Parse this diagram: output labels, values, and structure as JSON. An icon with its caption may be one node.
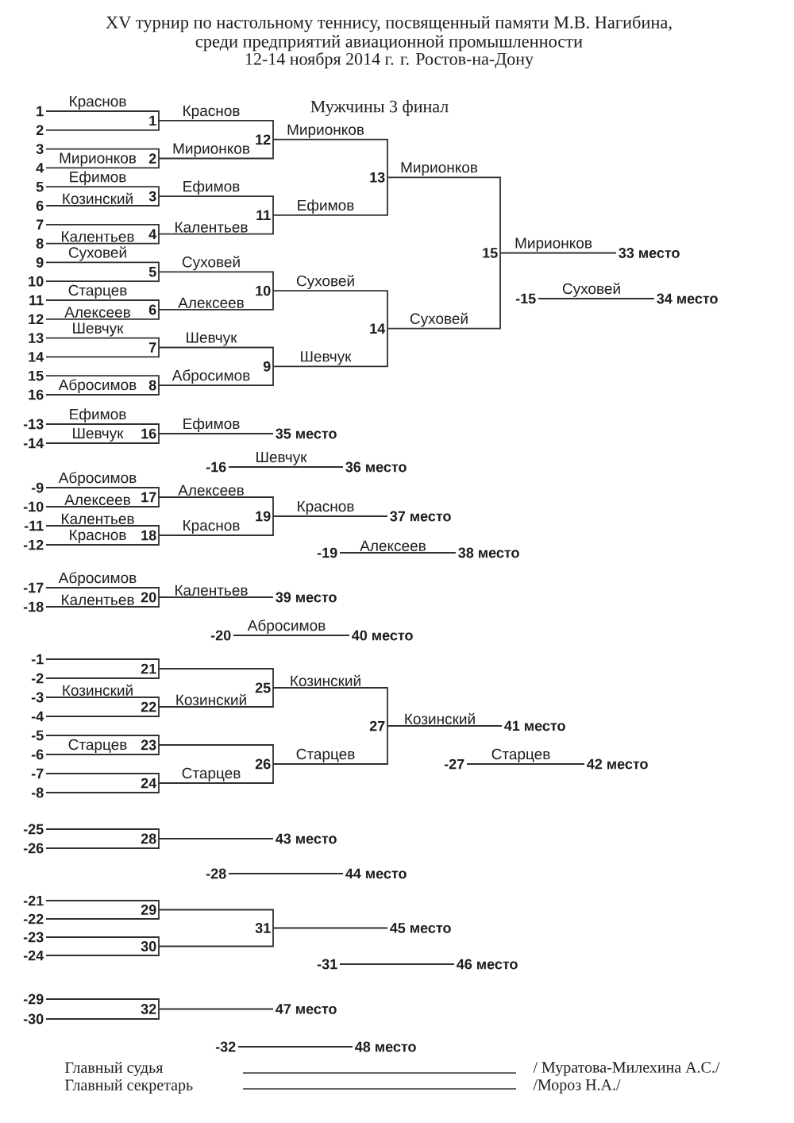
{
  "diagram": {
    "title": "XV турнир по настольному теннису, посвященный памяти М.В. Нагибина, среди предприятий авиационной промышленности",
    "nodes": [
      {
        "text": [
          "1"
        ]
      },
      {
        "text": [
          "2"
        ]
      },
      {
        "text": [
          "3"
        ]
      },
      {
        "text": [
          "4"
        ]
      },
      {
        "text": [
          "5"
        ]
      },
      {
        "text": [
          "6"
        ]
      },
      {
        "text": [
          "7"
        ]
      },
      {
        "text": [
          "8"
        ]
      },
      {
        "text": [
          "9"
        ]
      },
      {
        "text": [
          "10"
        ]
      },
      {
        "text": [
          "11"
        ]
      },
      {
        "text": [
          "12"
        ]
      },
      {
        "text": [
          "13"
        ]
      },
      {
        "text": [
          "14"
        ]
      },
      {
        "text": [
          "15"
        ]
      },
      {
        "text": [
          "16"
        ]
      },
      {
        "text": [
          "1"
        ]
      },
      {
        "text": [
          "2"
        ]
      },
      {
        "text": [
          "3"
        ]
      },
      {
        "text": [
          "4"
        ]
      },
      {
        "text": [
          "5"
        ]
      },
      {
        "text": [
          "6"
        ]
      },
      {
        "text": [
          "7"
        ]
      },
      {
        "text": [
          "8"
        ]
      },
      {
        "text": [
          "12"
        ]
      },
      {
        "text": [
          "11"
        ]
      },
      {
        "text": [
          "10"
        ]
      },
      {
        "text": [
          "9"
        ]
      },
      {
        "text": [
          "13"
        ]
      },
      {
        "text": [
          "14"
        ]
      },
      {
        "text": [
          "15"
        ]
      },
      {
        "text": [
          "33 место"
        ]
      },
      {
        "text": [
          "-15"
        ]
      },
      {
        "text": [
          "34 место"
        ]
      },
      {
        "text": [
          "-13"
        ]
      },
      {
        "text": [
          "-14"
        ]
      },
      {
        "text": [
          "16"
        ]
      },
      {
        "text": [
          "35 место"
        ]
      },
      {
        "text": [
          "-16"
        ]
      },
      {
        "text": [
          "36 место"
        ]
      },
      {
        "text": [
          "-9"
        ]
      },
      {
        "text": [
          "-10"
        ]
      },
      {
        "text": [
          "-11"
        ]
      },
      {
        "text": [
          "-12"
        ]
      },
      {
        "text": [
          "17"
        ]
      },
      {
        "text": [
          "18"
        ]
      },
      {
        "text": [
          "19"
        ]
      },
      {
        "text": [
          "37 место"
        ]
      },
      {
        "text": [
          "-19"
        ]
      },
      {
        "text": [
          "38 место"
        ]
      },
      {
        "text": [
          "-17"
        ]
      },
      {
        "text": [
          "-18"
        ]
      },
      {
        "text": [
          "20"
        ]
      },
      {
        "text": [
          "39 место"
        ]
      },
      {
        "text": [
          "-20"
        ]
      },
      {
        "text": [
          "40 место"
        ]
      },
      {
        "text": [
          "-1"
        ]
      },
      {
        "text": [
          "-2"
        ]
      },
      {
        "text": [
          "-3"
        ]
      },
      {
        "text": [
          "-4"
        ]
      },
      {
        "text": [
          "-5"
        ]
      },
      {
        "text": [
          "-6"
        ]
      },
      {
        "text": [
          "-7"
        ]
      },
      {
        "text": [
          "-8"
        ]
      },
      {
        "text": [
          "21"
        ]
      },
      {
        "text": [
          "22"
        ]
      },
      {
        "text": [
          "23"
        ]
      },
      {
        "text": [
          "24"
        ]
      },
      {
        "text": [
          "25"
        ]
      },
      {
        "text": [
          "26"
        ]
      },
      {
        "text": [
          "27"
        ]
      },
      {
        "text": [
          "41 место"
        ]
      },
      {
        "text": [
          "-27"
        ]
      },
      {
        "text": [
          "42 место"
        ]
      },
      {
        "text": [
          "-25"
        ]
      },
      {
        "text": [
          "-26"
        ]
      },
      {
        "text": [
          "28"
        ]
      },
      {
        "text": [
          "43 место"
        ]
      },
      {
        "text": [
          "-28"
        ]
      },
      {
        "text": [
          "44 место"
        ]
      },
      {
        "text": [
          "-21"
        ]
      },
      {
        "text": [
          "-22"
        ]
      },
      {
        "text": [
          "-23"
        ]
      },
      {
        "text": [
          "-24"
        ]
      },
      {
        "text": [
          "29"
        ]
      },
      {
        "text": [
          "30"
        ]
      },
      {
        "text": [
          "31"
        ]
      },
      {
        "text": [
          "45 место"
        ]
      },
      {
        "text": [
          "-31"
        ]
      },
      {
        "text": [
          "46 место"
        ]
      },
      {
        "text": [
          "-29"
        ]
      },
      {
        "text": [
          "-30"
        ]
      },
      {
        "text": [
          "32"
        ]
      },
      {
        "text": [
          "47 место"
        ]
      },
      {
        "text": [
          "-32"
        ]
      },
      {
        "text": [
          "48 место"
        ]
      }
    ],
    "edges": [
      {
        "from": 0,
        "to": 16,
        "arrow": "none",
        "label": "Краснов"
      },
      {
        "from": 1,
        "to": 16,
        "arrow": "none"
      },
      {
        "from": 2,
        "to": 17,
        "arrow": "none"
      },
      {
        "from": 3,
        "to": 17,
        "arrow": "none",
        "label": "Мирионков"
      },
      {
        "from": 4,
        "to": 18,
        "arrow": "none",
        "label": "Ефимов"
      },
      {
        "from": 5,
        "to": 18,
        "arrow": "none",
        "label": "Козинский"
      },
      {
        "from": 6,
        "to": 19,
        "arrow": "none"
      },
      {
        "from": 7,
        "to": 19,
        "arrow": "none",
        "label": "Калентьев"
      },
      {
        "from": 8,
        "to": 20,
        "arrow": "none",
        "label": "Суховей"
      },
      {
        "from": 9,
        "to": 20,
        "arrow": "none"
      },
      {
        "from": 10,
        "to": 21,
        "arrow": "none",
        "label": "Старцев"
      },
      {
        "from": 11,
        "to": 21,
        "arrow": "none",
        "label": "Алексеев"
      },
      {
        "from": 12,
        "to": 22,
        "arrow": "none",
        "label": "Шевчук"
      },
      {
        "from": 13,
        "to": 22,
        "arrow": "none"
      },
      {
        "from": 14,
        "to": 23,
        "arrow": "none"
      },
      {
        "from": 15,
        "to": 23,
        "arrow": "none",
        "label": "Абросимов"
      },
      {
        "from": 16,
        "to": 24,
        "arrow": "none",
        "label": "Краснов"
      },
      {
        "from": 17,
        "to": 24,
        "arrow": "none",
        "label": "Мирионков"
      },
      {
        "from": 18,
        "to": 25,
        "arrow": "none",
        "label": "Ефимов"
      },
      {
        "from": 19,
        "to": 25,
        "arrow": "none",
        "label": "Калентьев"
      },
      {
        "from": 20,
        "to": 26,
        "arrow": "none",
        "label": "Суховей"
      },
      {
        "from": 21,
        "to": 26,
        "arrow": "none",
        "label": "Алексеев"
      },
      {
        "from": 22,
        "to": 27,
        "arrow": "none",
        "label": "Шевчук"
      },
      {
        "from": 23,
        "to": 27,
        "arrow": "none",
        "label": "Абросимов"
      },
      {
        "from": 24,
        "to": 28,
        "arrow": "none",
        "label": "Мирионков"
      },
      {
        "from": 25,
        "to": 28,
        "arrow": "none",
        "label": "Ефимов"
      },
      {
        "from": 26,
        "to": 29,
        "arrow": "none",
        "label": "Суховей"
      },
      {
        "from": 27,
        "to": 29,
        "arrow": "none",
        "label": "Шевчук"
      },
      {
        "from": 28,
        "to": 30,
        "arrow": "none",
        "label": "Мирионков"
      },
      {
        "from": 29,
        "to": 30,
        "arrow": "none",
        "label": "Суховей"
      },
      {
        "from": 30,
        "to": 31,
        "arrow": "none",
        "label": "Мирионков"
      },
      {
        "from": 32,
        "to": 33,
        "arrow": "none",
        "label": "Суховей"
      },
      {
        "from": 34,
        "to": 36,
        "arrow": "none",
        "label": "Ефимов"
      },
      {
        "from": 35,
        "to": 36,
        "arrow": "none",
        "label": "Шевчук"
      },
      {
        "from": 36,
        "to": 37,
        "arrow": "none",
        "label": "Ефимов"
      },
      {
        "from": 38,
        "to": 39,
        "arrow": "none",
        "label": "Шевчук"
      },
      {
        "from": 40,
        "to": 44,
        "arrow": "none",
        "label": "Абросимов"
      },
      {
        "from": 41,
        "to": 44,
        "arrow": "none",
        "label": "Алексеев"
      },
      {
        "from": 42,
        "to": 45,
        "arrow": "none",
        "label": "Калентьев"
      },
      {
        "from": 43,
        "to": 45,
        "arrow": "none",
        "label": "Краснов"
      },
      {
        "from": 44,
        "to": 46,
        "arrow": "none",
        "label": "Алексеев"
      },
      {
        "from": 45,
        "to": 46,
        "arrow": "none",
        "label": "Краснов"
      },
      {
        "from": 46,
        "to": 47,
        "arrow": "none",
        "label": "Краснов"
      },
      {
        "from": 48,
        "to": 49,
        "arrow": "none",
        "label": "Алексеев"
      },
      {
        "from": 50,
        "to": 52,
        "arrow": "none",
        "label": "Абросимов"
      },
      {
        "from": 51,
        "to": 52,
        "arrow": "none",
        "label": "Калентьев"
      },
      {
        "from": 52,
        "to": 53,
        "arrow": "none",
        "label": "Калентьев"
      },
      {
        "from": 54,
        "to": 55,
        "arrow": "none",
        "label": "Абросимов"
      },
      {
        "from": 56,
        "to": 64,
        "arrow": "none"
      },
      {
        "from": 57,
        "to": 64,
        "arrow": "none"
      },
      {
        "from": 58,
        "to": 65,
        "arrow": "none",
        "label": "Козинский"
      },
      {
        "from": 59,
        "to": 65,
        "arrow": "none"
      },
      {
        "from": 60,
        "to": 66,
        "arrow": "none"
      },
      {
        "from": 61,
        "to": 66,
        "arrow": "none",
        "label": "Старцев"
      },
      {
        "from": 62,
        "to": 67,
        "arrow": "none"
      },
      {
        "from": 63,
        "to": 67,
        "arrow": "none"
      },
      {
        "from": 64,
        "to": 68,
        "arrow": "none"
      },
      {
        "from": 65,
        "to": 68,
        "arrow": "none",
        "label": "Козинский"
      },
      {
        "from": 66,
        "to": 69,
        "arrow": "none"
      },
      {
        "from": 67,
        "to": 69,
        "arrow": "none",
        "label": "Старцев"
      },
      {
        "from": 68,
        "to": 70,
        "arrow": "none",
        "label": "Козинский"
      },
      {
        "from": 69,
        "to": 70,
        "arrow": "none",
        "label": "Старцев"
      },
      {
        "from": 70,
        "to": 71,
        "arrow": "none",
        "label": "Козинский"
      },
      {
        "from": 72,
        "to": 73,
        "arrow": "none",
        "label": "Старцев"
      },
      {
        "from": 74,
        "to": 76,
        "arrow": "none"
      },
      {
        "from": 75,
        "to": 76,
        "arrow": "none"
      },
      {
        "from": 76,
        "to": 77,
        "arrow": "none"
      },
      {
        "from": 78,
        "to": 79,
        "arrow": "none"
      },
      {
        "from": 80,
        "to": 84,
        "arrow": "none"
      },
      {
        "from": 81,
        "to": 84,
        "arrow": "none"
      },
      {
        "from": 82,
        "to": 85,
        "arrow": "none"
      },
      {
        "from": 83,
        "to": 85,
        "arrow": "none"
      },
      {
        "from": 84,
        "to": 86,
        "arrow": "none"
      },
      {
        "from": 85,
        "to": 86,
        "arrow": "none"
      },
      {
        "from": 86,
        "to": 87,
        "arrow": "none"
      },
      {
        "from": 88,
        "to": 89,
        "arrow": "none"
      },
      {
        "from": 90,
        "to": 92,
        "arrow": "none"
      },
      {
        "from": 91,
        "to": 92,
        "arrow": "none"
      },
      {
        "from": 92,
        "to": 93,
        "arrow": "none"
      },
      {
        "from": 94,
        "to": 95,
        "arrow": "none"
      }
    ],
    "labels": [
      "12-14 ноября 2014 г. г. Ростов-на-Дону",
      "Мужчины 3 финал",
      "Главный судья",
      "/ Муратова-Милехина А.С./",
      "Главный секретарь",
      "/Мороз Н.А./"
    ]
  }
}
